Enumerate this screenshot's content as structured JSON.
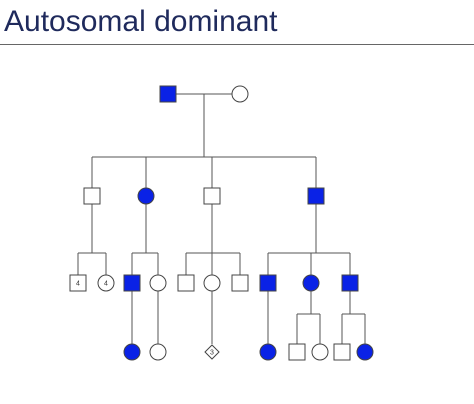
{
  "title": "Autosomal dominant",
  "colors": {
    "affected": "#0a22e6",
    "unaffected": "#ffffff",
    "title": "#1f2a5c"
  },
  "generations": [
    {
      "generation": "I",
      "members": [
        {
          "id": "I-1",
          "sex": "male",
          "affected": true
        },
        {
          "id": "I-2",
          "sex": "female",
          "affected": false
        }
      ]
    },
    {
      "generation": "II",
      "members": [
        {
          "id": "II-1",
          "sex": "male",
          "affected": false
        },
        {
          "id": "II-2",
          "sex": "female",
          "affected": true
        },
        {
          "id": "II-3",
          "sex": "male",
          "affected": false
        },
        {
          "id": "II-4",
          "sex": "male",
          "affected": true
        }
      ]
    },
    {
      "generation": "III",
      "members": [
        {
          "id": "III-1",
          "sex": "male",
          "affected": false,
          "label": "4"
        },
        {
          "id": "III-2",
          "sex": "female",
          "affected": false,
          "label": "4"
        },
        {
          "id": "III-3",
          "sex": "male",
          "affected": true
        },
        {
          "id": "III-4",
          "sex": "female",
          "affected": false
        },
        {
          "id": "III-5",
          "sex": "male",
          "affected": false
        },
        {
          "id": "III-6",
          "sex": "female",
          "affected": false
        },
        {
          "id": "III-7",
          "sex": "male",
          "affected": false
        },
        {
          "id": "III-8",
          "sex": "male",
          "affected": true
        },
        {
          "id": "III-9",
          "sex": "female",
          "affected": true
        },
        {
          "id": "III-10",
          "sex": "male",
          "affected": true
        }
      ]
    },
    {
      "generation": "IV",
      "members": [
        {
          "id": "IV-1",
          "sex": "female",
          "affected": true
        },
        {
          "id": "IV-2",
          "sex": "female",
          "affected": false
        },
        {
          "id": "IV-3",
          "sex": "unknown",
          "affected": false,
          "label": "3"
        },
        {
          "id": "IV-4",
          "sex": "female",
          "affected": true
        },
        {
          "id": "IV-5",
          "sex": "male",
          "affected": false
        },
        {
          "id": "IV-6",
          "sex": "female",
          "affected": false
        },
        {
          "id": "IV-7",
          "sex": "male",
          "affected": false
        },
        {
          "id": "IV-8",
          "sex": "female",
          "affected": true
        }
      ]
    }
  ]
}
